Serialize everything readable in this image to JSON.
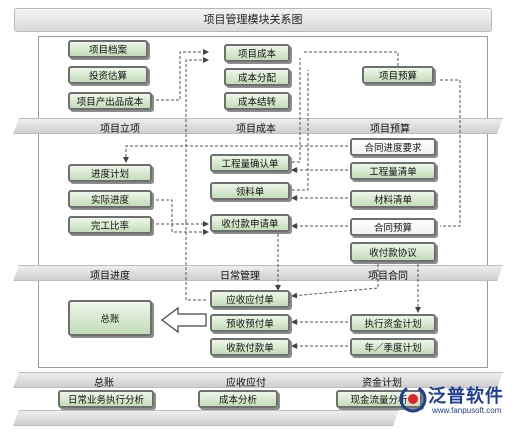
{
  "title": "项目管理模块关系图",
  "bands": {
    "row1": [
      "项目立项",
      "项目成本",
      "项目预算"
    ],
    "row2": [
      "项目进度",
      "日常管理",
      "项目合同"
    ],
    "row3": [
      "总账",
      "应收应付",
      "资金计划"
    ]
  },
  "boxes": {
    "project_archive": "项目档案",
    "investment_estimate": "投资估算",
    "product_cost": "项目产出品成本",
    "project_cost": "项目成本",
    "cost_allocation": "成本分配",
    "cost_carryover": "成本结转",
    "project_budget": "项目预算",
    "progress_plan": "进度计划",
    "actual_progress": "实际进度",
    "completion_ratio": "完工比率",
    "workload_confirm": "工程量确认单",
    "material_requisition": "领料单",
    "payment_request": "收付款申请单",
    "contract_progress": "合同进度要求",
    "quantity_list": "工程量清单",
    "material_list": "材料清单",
    "contract_budget": "合同预算",
    "payment_agreement": "收付款协议",
    "general_ledger": "总账",
    "receivable_payable": "应收应付单",
    "prepayment": "预收预付单",
    "receipt_payment": "收款付款单",
    "fund_execution": "执行资金计划",
    "annual_plan": "年／季度计划",
    "business_analysis": "日常业务执行分析",
    "cost_analysis": "成本分析",
    "cashflow_analysis": "现金流量分析"
  },
  "logo": {
    "name": "泛普软件",
    "url": "www.fanpusoft.com"
  },
  "colors": {
    "box_fill": "#c3dcb8",
    "box_border": "#6f6f6f",
    "logo": "#1f3f92"
  }
}
